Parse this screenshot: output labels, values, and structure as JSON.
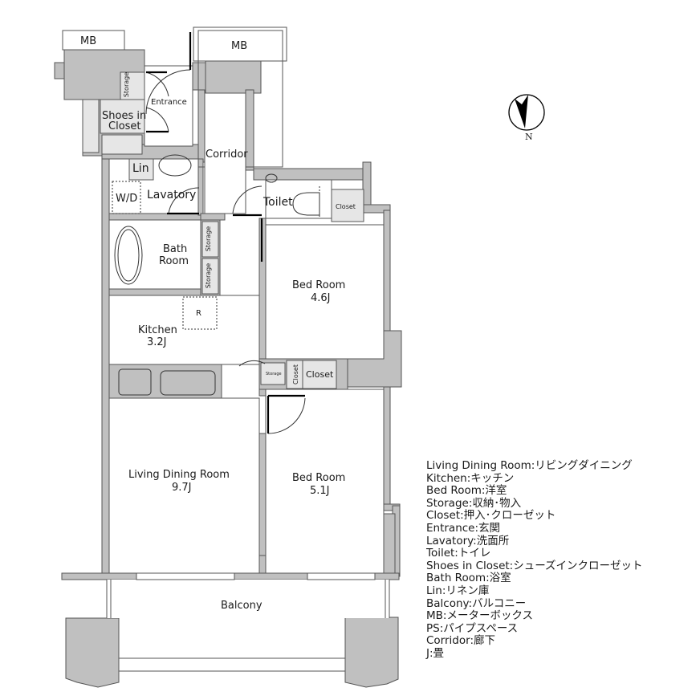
{
  "plan": {
    "colors": {
      "wall": "#c0c0c0",
      "line": "#555555",
      "door": "#000000",
      "fixture": "#e6e6e6"
    },
    "rooms": {
      "mb_left": "MB",
      "mb_right": "MB",
      "storage_entrance": "Storage",
      "entrance": "Entrance",
      "shoes_closet_line1": "Shoes in",
      "shoes_closet_line2": "Closet",
      "corridor": "Corridor",
      "lin": "Lin",
      "wd": "W/D",
      "lavatory": "Lavatory",
      "toilet": "Toilet",
      "closet_top": "Closet",
      "bath_line1": "Bath",
      "bath_line2": "Room",
      "storage_upper": "Storage",
      "storage_lower": "Storage",
      "bed1_name": "Bed Room",
      "bed1_size": "4.6J",
      "fridge": "R",
      "kitchen_name": "Kitchen",
      "kitchen_size": "3.2J",
      "storage_small": "Storage",
      "closet_vertical": "Closet",
      "closet_mid": "Closet",
      "ldr_name": "Living Dining Room",
      "ldr_size": "9.7J",
      "bed2_name": "Bed Room",
      "bed2_size": "5.1J",
      "balcony": "Balcony"
    },
    "compass": {
      "label": "N",
      "icon": "north-arrow-icon"
    }
  },
  "legend": [
    "Living Dining Room:リビングダイニング",
    "Kitchen:キッチン",
    "Bed Room:洋室",
    "Storage:収納･物入",
    "Closet:押入･クローゼット",
    "Entrance:玄関",
    "Lavatory:洗面所",
    "Toilet:トイレ",
    "Shoes in Closet:シューズインクローゼット",
    "Bath Room:浴室",
    "Lin:リネン庫",
    "Balcony:バルコニー",
    "MB:メーターボックス",
    "PS:パイプスペース",
    "Corridor:廊下",
    "J:畳"
  ]
}
